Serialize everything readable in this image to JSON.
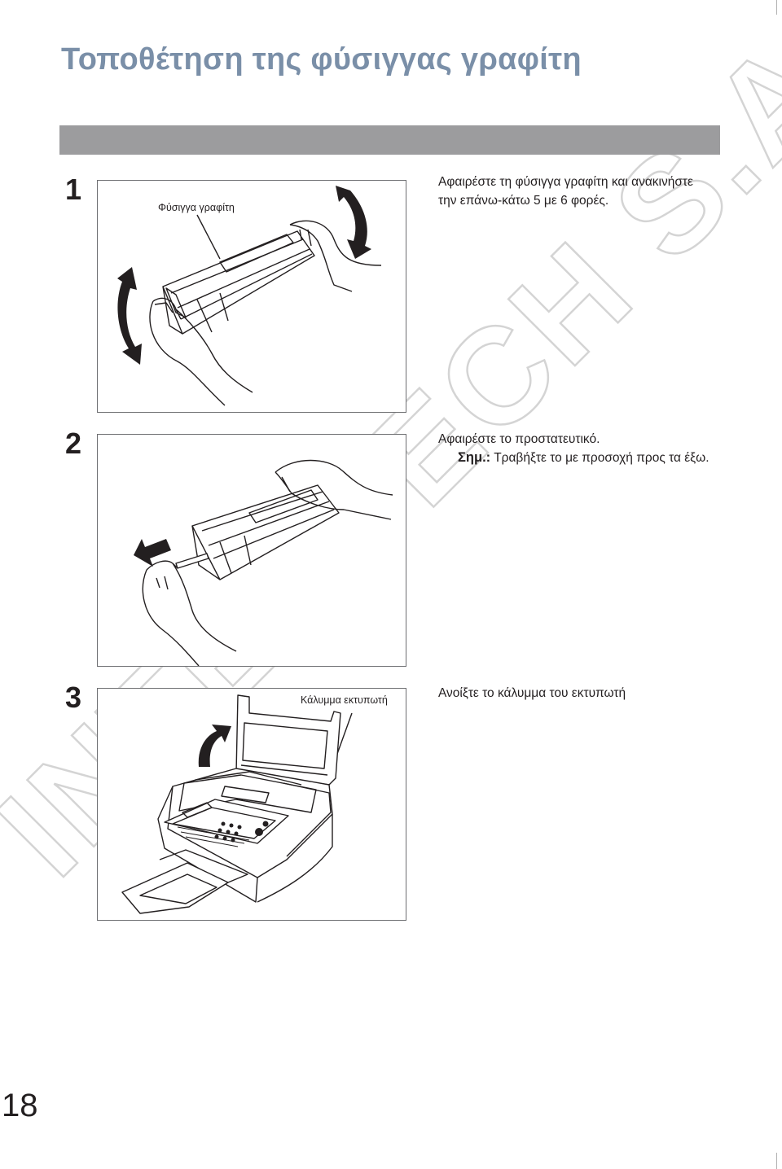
{
  "page": {
    "title": "Τοποθέτηση της φύσιγγας γραφίτη",
    "page_number": "18",
    "watermark": "INTERTECH S.A."
  },
  "steps": [
    {
      "number": "1",
      "figure_label": "Φύσιγγα γραφίτη",
      "lines": [
        "Αφαιρέστε τη φύσιγγα γραφίτη και ανακινήστε",
        "την επάνω-κάτω 5 με 6 φορές."
      ]
    },
    {
      "number": "2",
      "lines": [
        "Αφαιρέστε το προστατευτικό."
      ],
      "note_label": "Σημ.:",
      "note_text": "Τραβήξτε το με προσοχή προς τα έξω."
    },
    {
      "number": "3",
      "figure_label": "Κάλυμμα εκτυπωτή",
      "lines": [
        "Ανοίξτε το κάλυμμα του εκτυπωτή"
      ]
    }
  ],
  "colors": {
    "title": "#7a8fa8",
    "bar": "#9c9c9e",
    "text": "#231f20",
    "frame": "#6d6e71",
    "watermark": "#d9d9d9"
  }
}
